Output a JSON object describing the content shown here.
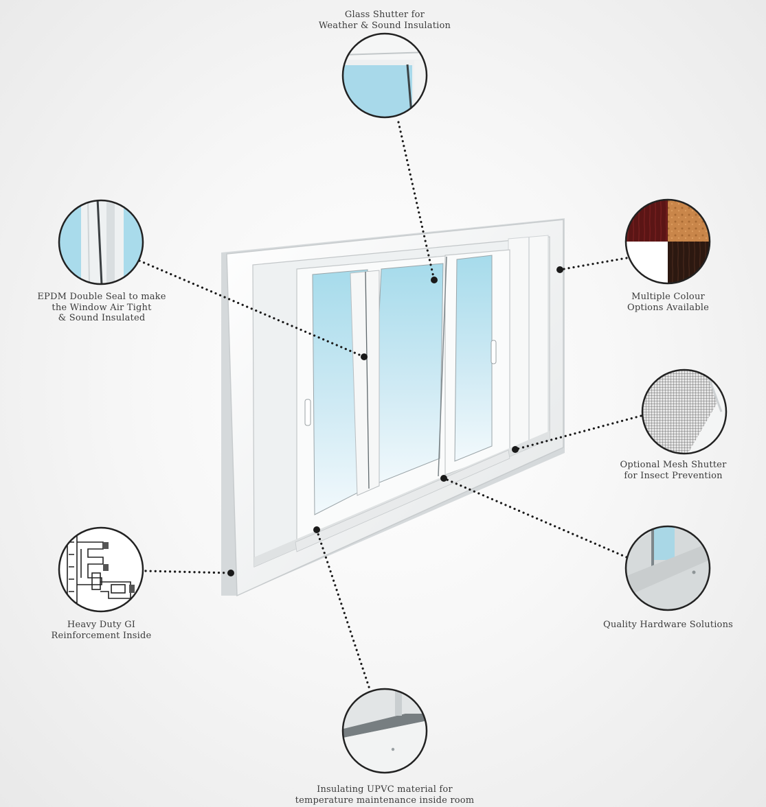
{
  "labels": {
    "glass_shutter": [
      "Glass Shutter for",
      "Weather & Sound Insulation"
    ],
    "epdm_seal": [
      "EPDM Double Seal to make",
      "the Window Air Tight",
      "& Sound Insulated"
    ],
    "colour_options": [
      "Multiple Colour",
      "Options Available"
    ],
    "mesh_shutter": [
      "Optional Mesh Shutter",
      "for Insect Prevention"
    ],
    "hardware": [
      "Quality Hardware Solutions"
    ],
    "gi_reinforcement": [
      "Heavy Duty GI",
      "Reinforcement Inside"
    ],
    "upvc_material": [
      "Insulating UPVC material for",
      "temperature maintenance inside room"
    ]
  },
  "colors": {
    "frame": "#f4f5f5",
    "frame_shadow": "#c9cdcf",
    "glass_top": "#a9dcec",
    "glass_bottom": "#eef7fb",
    "leader": "#1a1a1a",
    "wood_dark_red": "#5a1414",
    "wood_light": "#c8874a",
    "wood_dark_brown": "#2e1a12"
  },
  "icons": {
    "glass": "glass-detail-icon",
    "epdm": "seal-detail-icon",
    "colour": "colour-swatch-icon",
    "mesh": "mesh-detail-icon",
    "hardware": "hardware-detail-icon",
    "gi": "profile-section-icon",
    "upvc": "upvc-detail-icon"
  }
}
